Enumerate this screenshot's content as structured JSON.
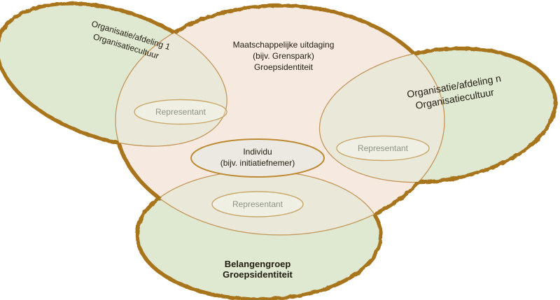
{
  "palette": {
    "outer_border": "#a9741c",
    "thin_line": "#c4965a",
    "central_fill": "#f6e9df",
    "green_fill": "#dfe9d2",
    "overlap_tint": "rgba(246,233,223,0.5)",
    "individu_fill": "#ebe9e1",
    "individu_stroke": "#bd8a33",
    "small_stroke": "#c9a768",
    "representant_fill": "rgba(255,255,255,0.28)",
    "text_dark": "#221c11",
    "text_gray": "#8e9487"
  },
  "labels": {
    "central": {
      "line1": "Maatschappelijke uitdaging",
      "line2": "(bijv. Grenspark)",
      "line3": "Groepsidentiteit"
    },
    "org_afdeling_1": {
      "line1": "Organisatie/afdeling 1",
      "line2": "Organisatiecultuur"
    },
    "org_afdeling_n": {
      "line1": "Organisatie/afdeling n",
      "line2": "Organisatiecultuur"
    },
    "belangengroep": {
      "line1": "Belangengroep",
      "line2": "Groepsidentiteit"
    },
    "individu": {
      "line1": "Individu",
      "line2": "(bijv. initiatiefnemer)"
    },
    "representant_left": "Representant",
    "representant_right": "Representant",
    "representant_bottom": "Representant"
  }
}
